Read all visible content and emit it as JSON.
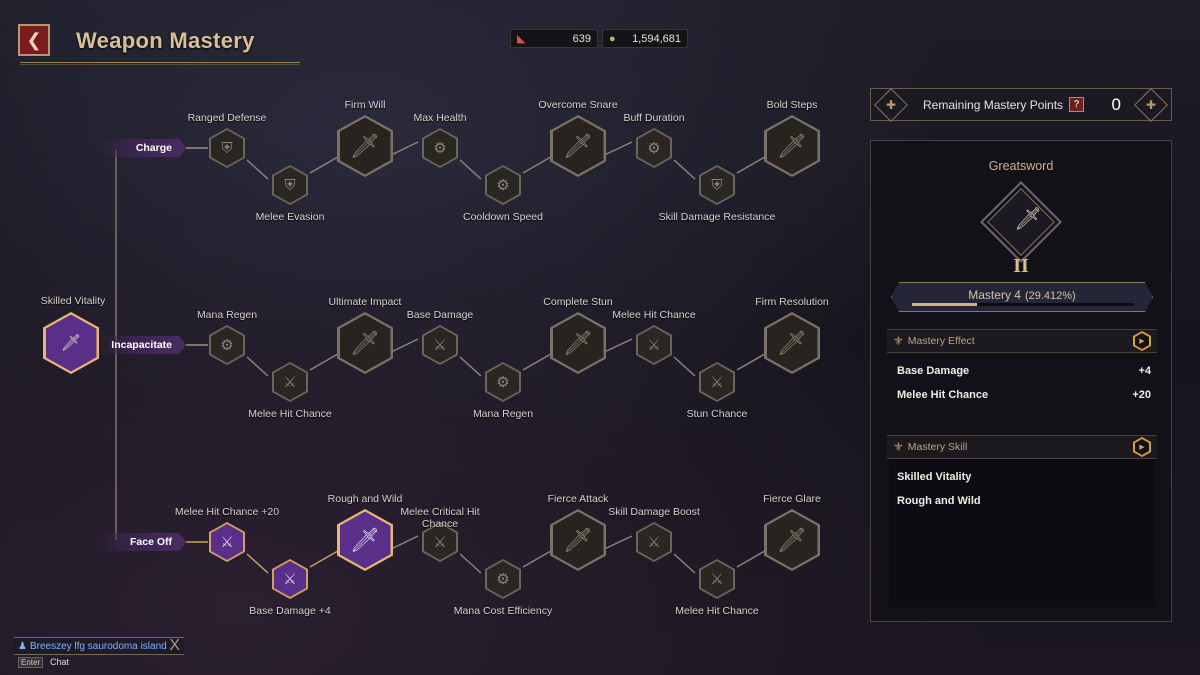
{
  "header": {
    "title": "Weapon Mastery",
    "back_icon": "back-arrow-icon"
  },
  "currencies": [
    {
      "icon": "token-icon",
      "value": "639"
    },
    {
      "icon": "gold-coin-icon",
      "value": "1,594,681"
    }
  ],
  "root": {
    "label": "Skilled Vitality",
    "state": "active"
  },
  "branches": [
    {
      "name": "Charge",
      "nodes": [
        {
          "label": "Ranged Defense",
          "icon": "shield-icon",
          "size": "s",
          "state": "locked"
        },
        {
          "label": "Melee Evasion",
          "icon": "shield-icon",
          "size": "s",
          "state": "locked"
        },
        {
          "label": "Firm Will",
          "icon": "greatsword-icon",
          "size": "l",
          "state": "locked"
        },
        {
          "label": "Max Health",
          "icon": "gear-icon",
          "size": "s",
          "state": "locked"
        },
        {
          "label": "Cooldown Speed",
          "icon": "gear-icon",
          "size": "s",
          "state": "locked"
        },
        {
          "label": "Overcome Snare",
          "icon": "greatsword-icon",
          "size": "l",
          "state": "locked"
        },
        {
          "label": "Buff Duration",
          "icon": "gear-icon",
          "size": "s",
          "state": "locked"
        },
        {
          "label": "Skill Damage Resistance",
          "icon": "shield-icon",
          "size": "s",
          "state": "locked"
        },
        {
          "label": "Bold Steps",
          "icon": "greatsword-icon",
          "size": "l",
          "state": "locked"
        }
      ]
    },
    {
      "name": "Incapacitate",
      "nodes": [
        {
          "label": "Mana Regen",
          "icon": "gear-icon",
          "size": "s",
          "state": "locked"
        },
        {
          "label": "Melee Hit Chance",
          "icon": "sword-burst-icon",
          "size": "s",
          "state": "locked"
        },
        {
          "label": "Ultimate Impact",
          "icon": "greatsword-icon",
          "size": "l",
          "state": "locked"
        },
        {
          "label": "Base Damage",
          "icon": "sword-burst-icon",
          "size": "s",
          "state": "locked"
        },
        {
          "label": "Mana Regen",
          "icon": "gear-icon",
          "size": "s",
          "state": "locked"
        },
        {
          "label": "Complete Stun",
          "icon": "greatsword-icon",
          "size": "l",
          "state": "locked"
        },
        {
          "label": "Melee Hit Chance",
          "icon": "sword-burst-icon",
          "size": "s",
          "state": "locked"
        },
        {
          "label": "Stun Chance",
          "icon": "sword-burst-icon",
          "size": "s",
          "state": "locked"
        },
        {
          "label": "Firm Resolution",
          "icon": "greatsword-icon",
          "size": "l",
          "state": "locked"
        }
      ]
    },
    {
      "name": "Face Off",
      "nodes": [
        {
          "label": "Melee Hit Chance +20",
          "icon": "sword-burst-icon",
          "size": "s",
          "state": "active"
        },
        {
          "label": "Base Damage  +4",
          "icon": "sword-burst-icon",
          "size": "s",
          "state": "active"
        },
        {
          "label": "Rough and Wild",
          "icon": "greatsword-icon",
          "size": "l",
          "state": "active"
        },
        {
          "label": "Melee Critical Hit Chance",
          "icon": "sword-burst-icon",
          "size": "s",
          "state": "locked"
        },
        {
          "label": "Mana Cost Efficiency",
          "icon": "gear-icon",
          "size": "s",
          "state": "locked"
        },
        {
          "label": "Fierce Attack",
          "icon": "greatsword-icon",
          "size": "l",
          "state": "locked"
        },
        {
          "label": "Skill Damage Boost",
          "icon": "sword-burst-icon",
          "size": "s",
          "state": "locked"
        },
        {
          "label": "Melee Hit Chance",
          "icon": "sword-burst-icon",
          "size": "s",
          "state": "locked"
        },
        {
          "label": "Fierce Glare",
          "icon": "greatsword-icon",
          "size": "l",
          "state": "locked"
        }
      ]
    }
  ],
  "panel": {
    "remaining_label": "Remaining Mastery Points",
    "help": "?",
    "remaining_value": "0",
    "weapon": "Greatsword",
    "rank": "II",
    "mastery_label": "Mastery 4",
    "mastery_pct": "(29.412%)",
    "progress": 29.412,
    "effect_title": "Mastery Effect",
    "effects": [
      {
        "name": "Base Damage",
        "value": "+4"
      },
      {
        "name": "Melee Hit Chance",
        "value": "+20"
      }
    ],
    "skill_title": "Mastery Skill",
    "skills": [
      "Skilled Vitality",
      "Rough and Wild"
    ]
  },
  "chat": {
    "message": "Breeszey  lfg saurodoma island",
    "enter_key": "Enter",
    "label": "Chat",
    "close": "X"
  },
  "colors": {
    "active_purple": "#5a2f8a",
    "gold": "#d4b27a",
    "background": "#16151d"
  }
}
